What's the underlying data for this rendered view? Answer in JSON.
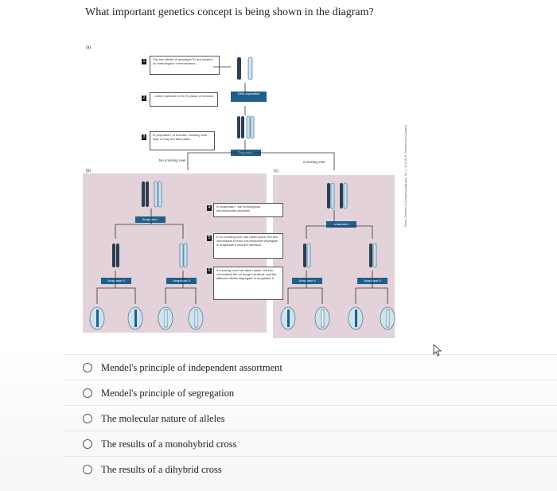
{
  "question": {
    "text": "What important genetics concept is being shown in the diagram?"
  },
  "figure": {
    "panel_a_label": "(a)",
    "panel_b_label": "(b)",
    "panel_c_label": "(c)",
    "steps": [
      {
        "num": "1",
        "text": "The two alleles of genotype Rr are located on homologous chromosomes..."
      },
      {
        "num": "2",
        "text": "...which replicate in the S phase of meiosis."
      },
      {
        "num": "3",
        "text": "In prophase I of meiosis, crossing over may or may not take place."
      },
      {
        "num": "4",
        "text": "In anaphase I, the homologous chromosomes separate."
      },
      {
        "num": "5",
        "text": "If no crossing over has taken place, the two chromatids of each chromosome segregate in anaphase II and are identical."
      },
      {
        "num": "6",
        "text": "If crossing over has taken place, the two chromatids are no longer identical, and the different alleles segregate in anaphase II."
      }
    ],
    "dna_replication_tag": "DNA replication",
    "prophase_tag": "Prophase I",
    "no_crossing_over_label": "No crossing over",
    "crossing_over_label": "Crossing over",
    "anaphase_i_tag": "Anaphase I",
    "anaphase_ii_tag": "Anaphase II",
    "credit": "Pierce, Genetics: A Conceptual Approach, 5e, © 2014 W. H. Freeman and Company"
  },
  "options": [
    {
      "label": "Mendel's principle of independent assortment"
    },
    {
      "label": "Mendel's principle of segregation"
    },
    {
      "label": "The molecular nature of alleles"
    },
    {
      "label": "The results of a monohybrid cross"
    },
    {
      "label": "The results of a dihybrid cross"
    }
  ],
  "colors": {
    "panel": "#e3d2d9",
    "tag": "#1f5f8c",
    "chromosome_blue": "#1f5f8c",
    "chromosome_light": "#cfe3ee",
    "chromosome_dark": "#2c3e50"
  }
}
